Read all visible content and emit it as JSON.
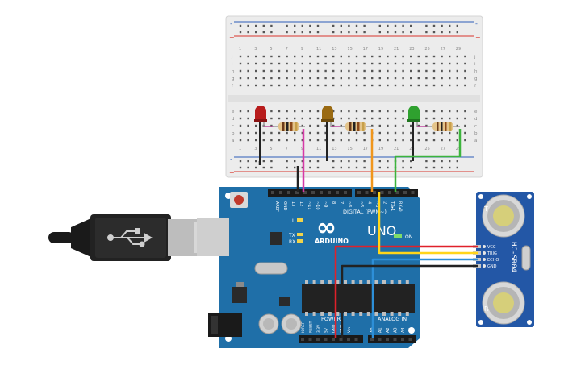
{
  "colors": {
    "board": "#1f6fa8",
    "board_dark": "#17578a",
    "breadboard": "#ececec",
    "rail_red": "#d9352b",
    "rail_blue": "#2b5db8",
    "sensor_blue": "#2357a6",
    "wire_magenta": "#d63aa8",
    "wire_orange": "#f0961c",
    "wire_green": "#3cb43c",
    "wire_red": "#e0212a",
    "wire_yellow": "#ffd51a",
    "wire_blue": "#2d8fd8",
    "wire_black": "#222222"
  },
  "breadboard": {
    "column_numbers_top": [
      "1",
      "",
      "3",
      "",
      "5",
      "",
      "7",
      "",
      "9",
      "",
      "11",
      "",
      "13",
      "",
      "15",
      "",
      "17",
      "",
      "19",
      "",
      "21",
      "",
      "23",
      "",
      "25",
      "",
      "27",
      "",
      "29",
      ""
    ],
    "column_numbers_bottom": [
      "1",
      "",
      "3",
      "",
      "5",
      "",
      "7",
      "",
      "9",
      "",
      "11",
      "",
      "13",
      "",
      "15",
      "",
      "17",
      "",
      "19",
      "",
      "21",
      "",
      "23",
      "",
      "25",
      "",
      "27",
      "",
      "29",
      ""
    ],
    "row_letters_top": [
      "j",
      "i",
      "h",
      "g",
      "f"
    ],
    "row_letters_bottom": [
      "e",
      "d",
      "c",
      "b",
      "a"
    ],
    "rail_plus": "+",
    "rail_minus": "-"
  },
  "arduino": {
    "brand": "ARDUINO",
    "model": "UNO",
    "logo_symbol": "∞",
    "header_digital": "DIGITAL (PWM~)",
    "header_power": "POWER",
    "header_analog": "ANALOG IN",
    "pin_top": [
      "AREF",
      "GND",
      "13",
      "12",
      "~11",
      "~10",
      "~9",
      "8",
      "7",
      "~6",
      "~5",
      "4",
      "~3",
      "2",
      "TX▸1",
      "RX◂0"
    ],
    "pin_power": [
      "IOREF",
      "RESET",
      "3.3V",
      "5V",
      "GND",
      "GND",
      "Vin"
    ],
    "pin_analog": [
      "A0",
      "A1",
      "A2",
      "A3",
      "A4",
      "A5"
    ],
    "led_l": "L",
    "led_tx": "TX",
    "led_rx": "RX",
    "led_on": "ON"
  },
  "sensor": {
    "model": "HC-SR04",
    "pins": [
      "VCC",
      "TRIG",
      "ECHO",
      "GND"
    ],
    "label_t": "T",
    "label_r": "R"
  }
}
